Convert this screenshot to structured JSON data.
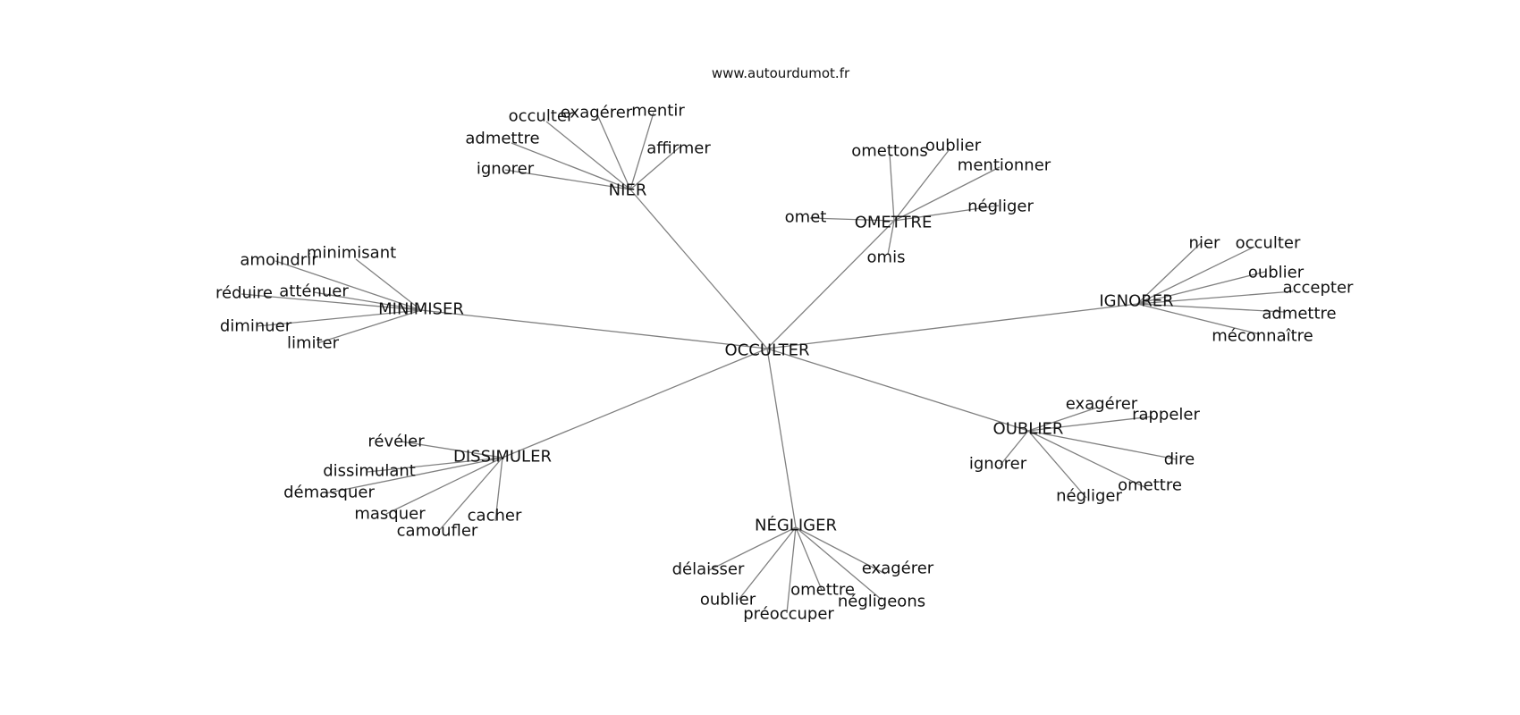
{
  "site": "www.autourdumot.fr",
  "center": "OCCULTER",
  "hubs": [
    {
      "label": "NIER",
      "leaves": [
        "occulter",
        "exagérer",
        "mentir",
        "admettre",
        "affirmer",
        "ignorer"
      ]
    },
    {
      "label": "OMETTRE",
      "leaves": [
        "omettons",
        "oublier",
        "mentionner",
        "omet",
        "négliger",
        "omis"
      ]
    },
    {
      "label": "MINIMISER",
      "leaves": [
        "minimisant",
        "amoindrir",
        "réduire",
        "atténuer",
        "diminuer",
        "limiter"
      ]
    },
    {
      "label": "IGNORER",
      "leaves": [
        "nier",
        "occulter",
        "oublier",
        "accepter",
        "admettre",
        "méconnaître"
      ]
    },
    {
      "label": "OUBLIER",
      "leaves": [
        "exagérer",
        "rappeler",
        "ignorer",
        "dire",
        "omettre",
        "négliger"
      ]
    },
    {
      "label": "DISSIMULER",
      "leaves": [
        "révéler",
        "dissimulant",
        "démasquer",
        "masquer",
        "camoufler",
        "cacher"
      ]
    },
    {
      "label": "NÉGLIGER",
      "leaves": [
        "délaisser",
        "exagérer",
        "omettre",
        "oublier",
        "négligeons",
        "préoccuper"
      ]
    }
  ]
}
